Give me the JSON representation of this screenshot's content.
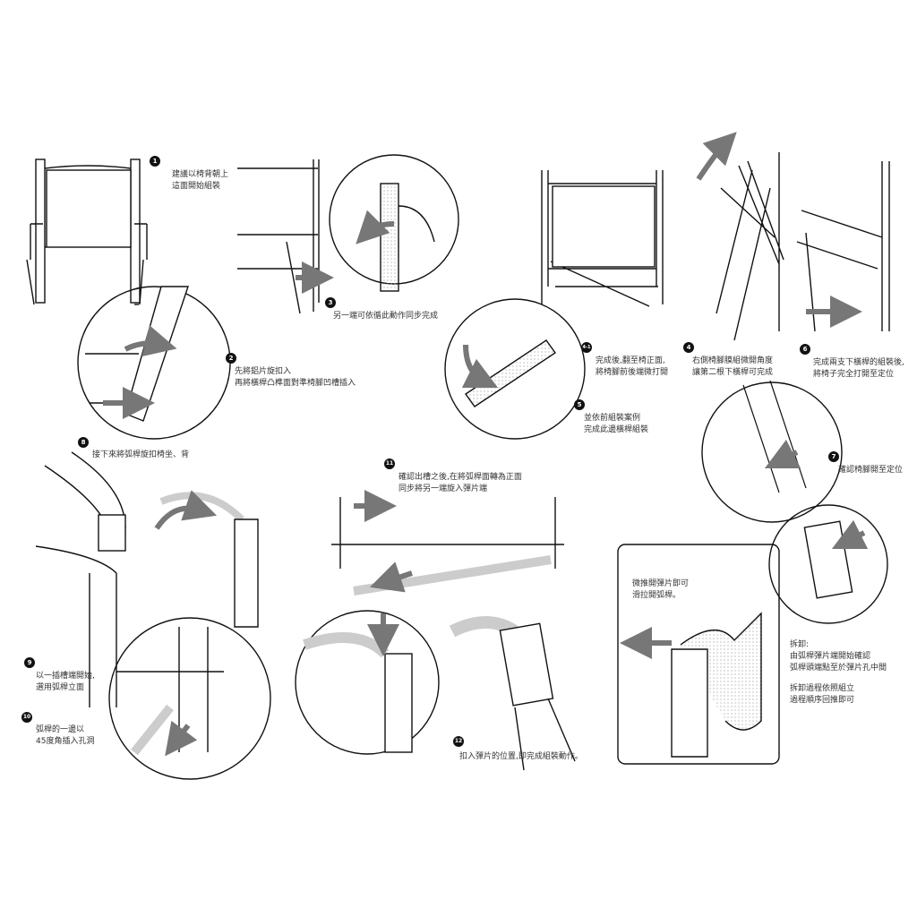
{
  "steps": [
    {
      "id": "1",
      "badge": "1",
      "lines": [
        "建議以椅背朝上",
        "這面開始組裝"
      ]
    },
    {
      "id": "2",
      "badge": "2",
      "lines": [
        "先將鋁片旋扣入",
        "再將橫桿凸榫面對準椅腳凹槽插入"
      ]
    },
    {
      "id": "3",
      "badge": "3",
      "lines": [
        "另一端可依循此動作同步完成"
      ]
    },
    {
      "id": "4-1",
      "badge": "4-1",
      "lines": [
        "完成後,翻至椅正面,",
        "將椅腳前後端微打開"
      ]
    },
    {
      "id": "4",
      "badge": "4",
      "lines": [
        "右側椅腳膜組微開角度",
        "讓第二根下橫桿可完成"
      ]
    },
    {
      "id": "5",
      "badge": "5",
      "lines": [
        "並依前組裝案例",
        "完成此邊橫桿組裝"
      ]
    },
    {
      "id": "6",
      "badge": "6",
      "lines": [
        "完成兩支下橫桿的組裝後,",
        "將椅子完全打開至定位"
      ]
    },
    {
      "id": "7",
      "badge": "7",
      "lines": [
        "確認椅腳開至定位"
      ]
    },
    {
      "id": "8",
      "badge": "8",
      "lines": [
        "接下來將弧桿旋扣椅坐、背"
      ]
    },
    {
      "id": "9",
      "badge": "9",
      "lines": [
        "以一插槽端開始,",
        "選用弧桿立面"
      ]
    },
    {
      "id": "10",
      "badge": "10",
      "lines": [
        "弧桿的一邊以",
        "45度角插入孔洞"
      ]
    },
    {
      "id": "11",
      "badge": "11",
      "lines": [
        "確認出槽之後,在將弧桿面轉為正面",
        "同步將另一端旋入彈片端"
      ]
    },
    {
      "id": "12",
      "badge": "12",
      "lines": [
        "扣入彈片的位置,即完成組裝動作。"
      ]
    }
  ],
  "disassembly": {
    "box_lines": [
      "微推開彈片即可",
      "滑拉開弧桿。"
    ],
    "title": "拆卸:",
    "lines": [
      "由弧桿彈片端開始確認",
      "弧桿頭端點至於彈片孔中間"
    ],
    "lines2": [
      "拆卸過程依照組立",
      "過程順序回推即可"
    ]
  },
  "colors": {
    "ink": "#111111",
    "arrow": "#777777",
    "text": "#333333"
  }
}
